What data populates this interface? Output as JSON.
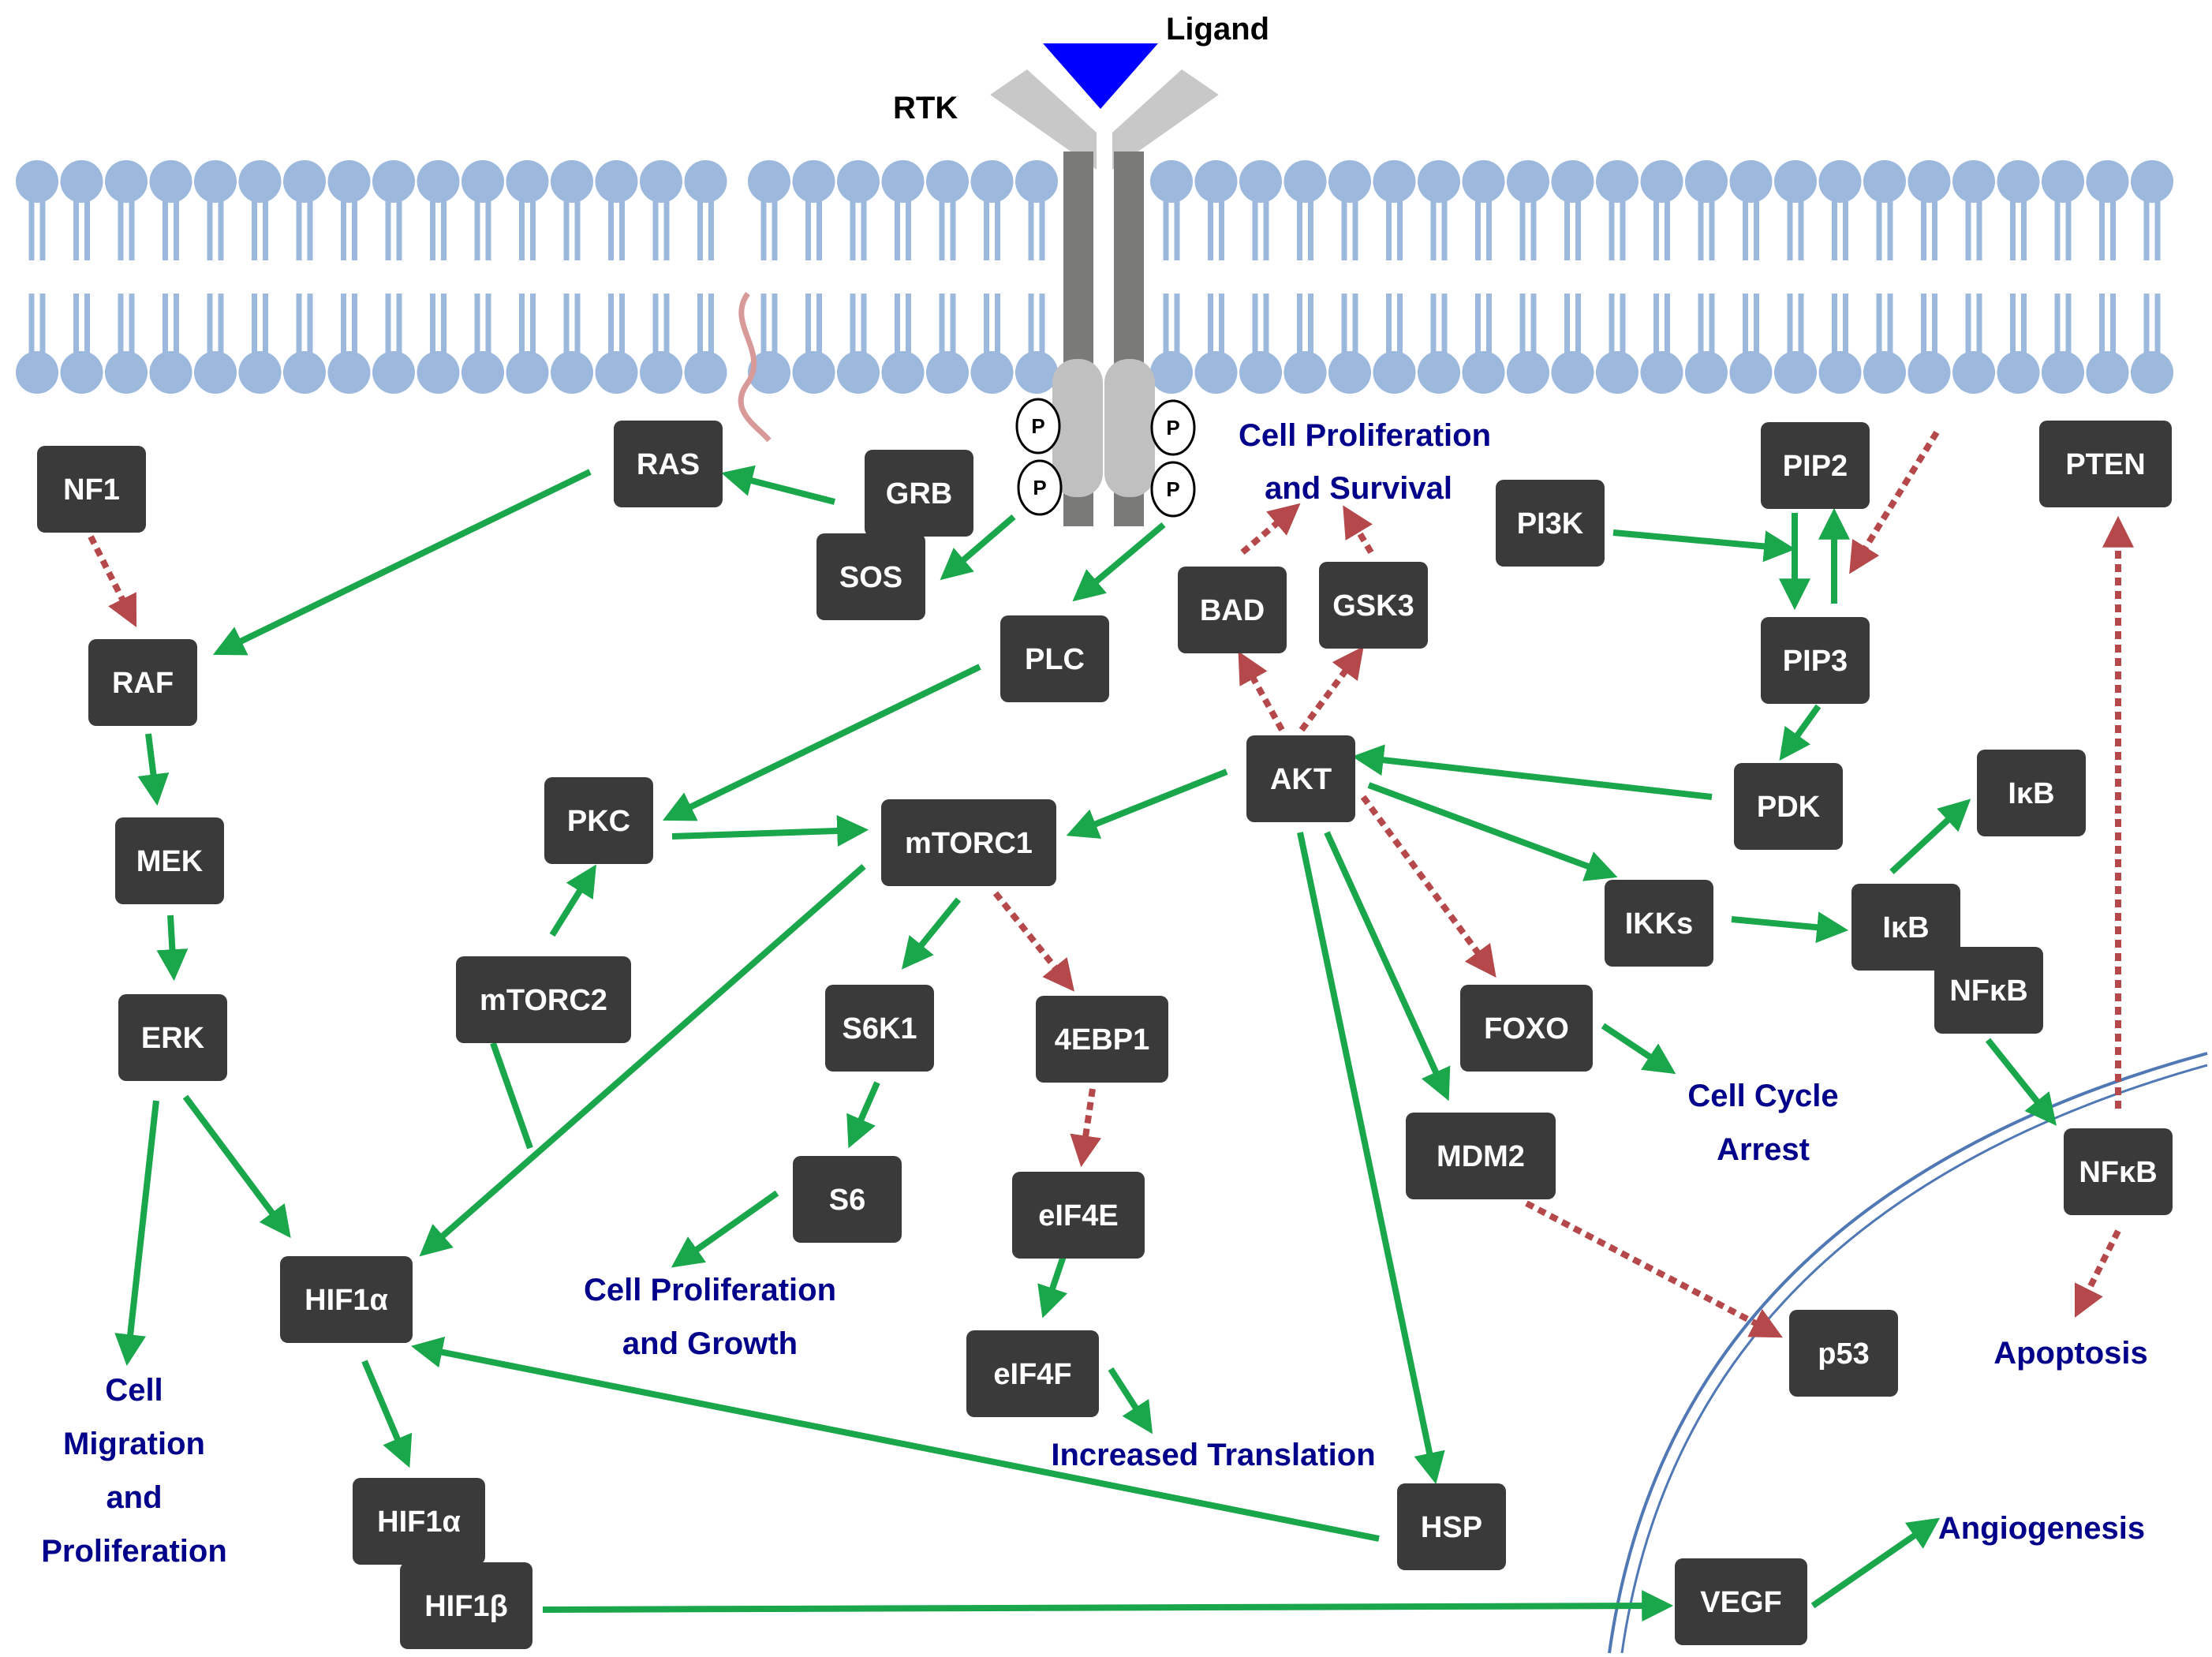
{
  "colors": {
    "node_fill": "#3a3a3a",
    "node_text": "#ffffff",
    "activation": "#1aa64a",
    "inhibition": "#b5484a",
    "outcome_text": "#00008b",
    "membrane": "#9db8dd",
    "ligand": "#0000ff",
    "receptor": "#7a7a78"
  },
  "labels": {
    "ligand": "Ligand",
    "rtk": "RTK",
    "phospho": "P"
  },
  "nodes": {
    "nf1": "NF1",
    "ras": "RAS",
    "grb": "GRB",
    "sos": "SOS",
    "raf": "RAF",
    "mek": "MEK",
    "erk": "ERK",
    "plc": "PLC",
    "pkc": "PKC",
    "mtorc1": "mTORC1",
    "mtorc2": "mTORC2",
    "s6k1": "S6K1",
    "s6": "S6",
    "ebp1": "4EBP1",
    "eif4e": "eIF4E",
    "eif4f": "eIF4F",
    "hif1a": "HIF1α",
    "hif1a_b": "HIF1α",
    "hif1b": "HIF1β",
    "bad": "BAD",
    "gsk3": "GSK3",
    "akt": "AKT",
    "pi3k": "PI3K",
    "pip2": "PIP2",
    "pip3": "PIP3",
    "pten": "PTEN",
    "pdk": "PDK",
    "ikks": "IKKs",
    "ikb_top": "IκB",
    "ikb": "IκB",
    "nfkb_complex": "NFκB",
    "nfkb": "NFκB",
    "foxo": "FOXO",
    "mdm2": "MDM2",
    "p53": "p53",
    "hsp": "HSP",
    "vegf": "VEGF"
  },
  "outcomes": {
    "prolif_survival_1": "Cell Proliferation",
    "prolif_survival_2": "and Survival",
    "prolif_growth_1": "Cell Proliferation",
    "prolif_growth_2": "and Growth",
    "translation": "Increased Translation",
    "cell_cycle_1": "Cell Cycle",
    "cell_cycle_2": "Arrest",
    "apoptosis": "Apoptosis",
    "angiogenesis": "Angiogenesis",
    "migration_1": "Cell",
    "migration_2": "Migration",
    "migration_3": "and",
    "migration_4": "Proliferation"
  }
}
